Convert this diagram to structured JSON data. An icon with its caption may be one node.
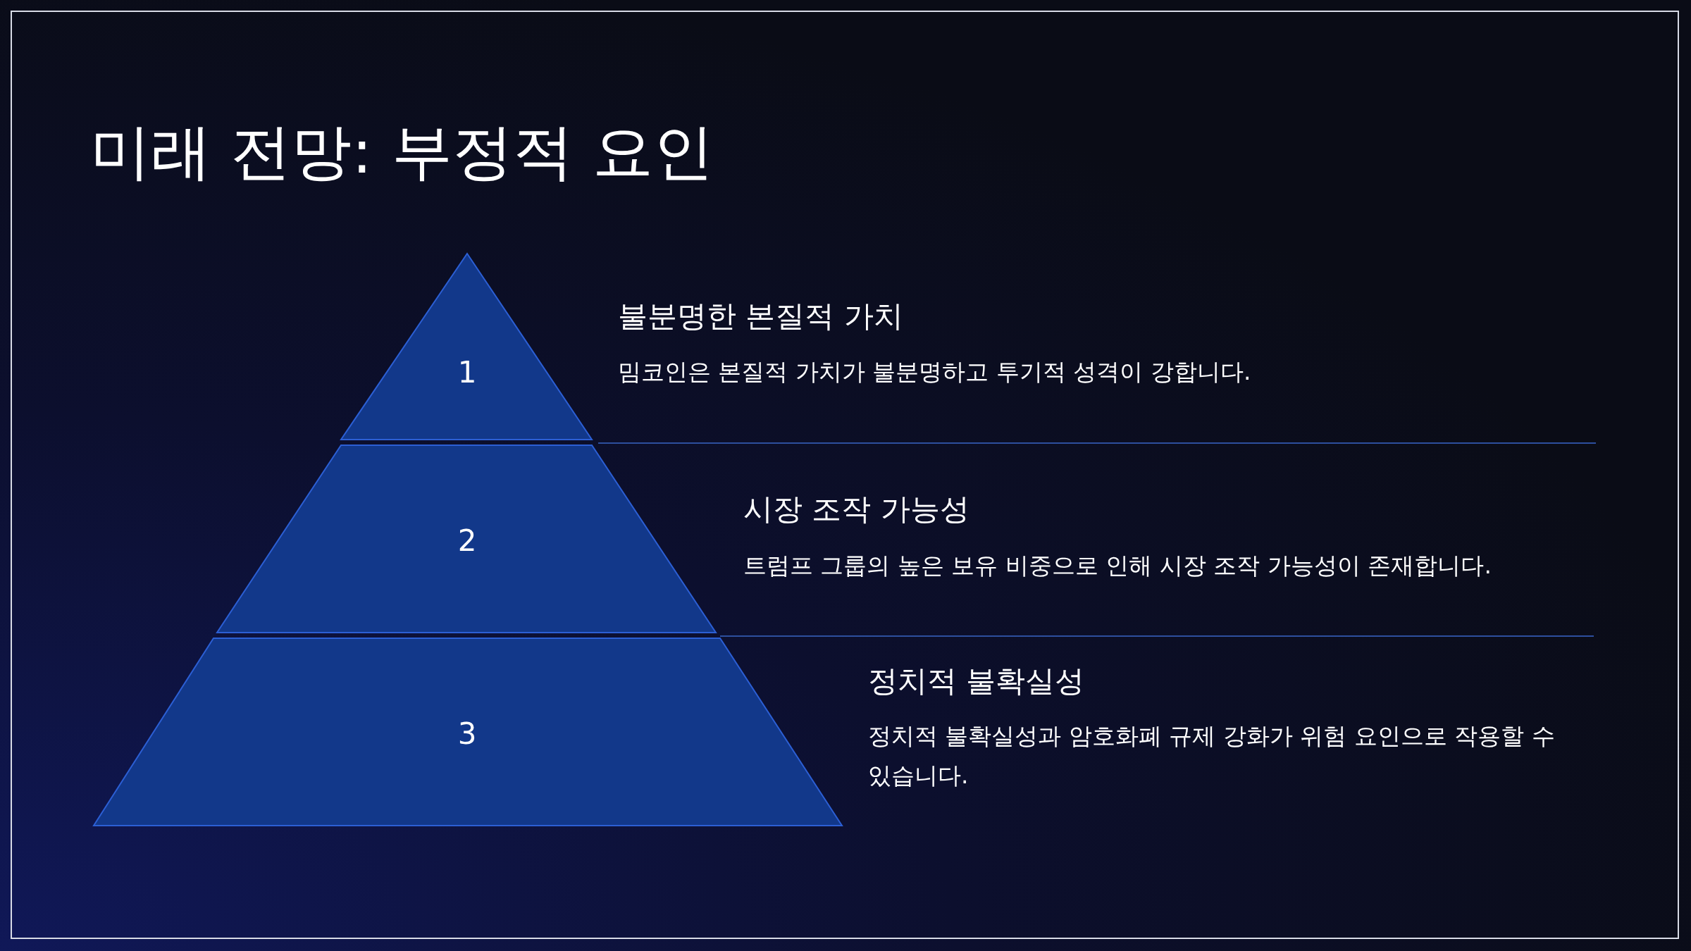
{
  "diagram": {
    "title": "미래 전망: 부정적 요인",
    "nodes": [
      {
        "text": [
          "1"
        ],
        "beside": [
          "불분명한 본질적 가치",
          "밈코인은 본질적 가치가 불분명하고 투기적 성격이 강합니다."
        ]
      },
      {
        "text": [
          "2"
        ],
        "beside": [
          "시장 조작 가능성",
          "트럼프 그룹의 높은 보유 비중으로 인해 시장 조작 가능성이 존재합니다."
        ]
      },
      {
        "text": [
          "3"
        ],
        "beside": [
          "정치적 불확실성",
          "정치적 불확실성과 암호화폐 규제 강화가 위험 요인으로 작용할 수 있습니다."
        ]
      }
    ],
    "edges": []
  }
}
